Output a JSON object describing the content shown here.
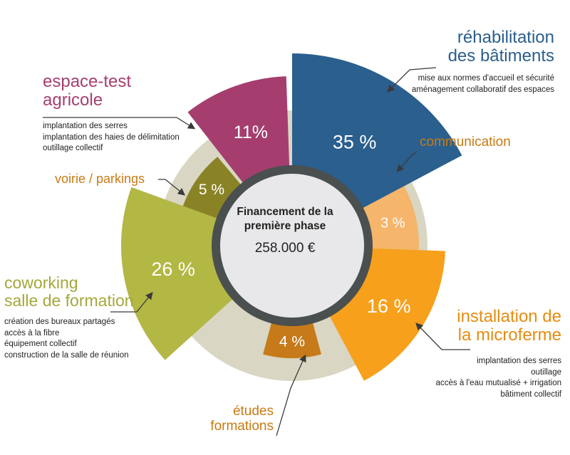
{
  "chart_data": {
    "type": "pie",
    "center": {
      "title": "Financement de la première phase",
      "total": "258.000 €"
    },
    "segments": [
      {
        "key": "rehab",
        "label": "réhabilitation des bâtiments",
        "value": 35,
        "value_label": "35 %",
        "color": "#2a5f8e",
        "details": [
          "mise aux normes d'accueil et sécurité",
          "aménagement collaboratif des espaces"
        ]
      },
      {
        "key": "comm",
        "label": "communication",
        "value": 3,
        "value_label": "3 %",
        "color": "#f5b56a",
        "details": []
      },
      {
        "key": "micro",
        "label": "installation de la microferme",
        "value": 16,
        "value_label": "16 %",
        "color": "#f7a01c",
        "details": [
          "implantation des serres",
          "outillage",
          "accès à l'eau mutualisé + irrigation",
          "bâtiment collectif"
        ]
      },
      {
        "key": "etudes",
        "label": "études formations",
        "value": 4,
        "value_label": "4 %",
        "color": "#c67a1a",
        "details": []
      },
      {
        "key": "cowork",
        "label": "coworking salle de formation",
        "value": 26,
        "value_label": "26 %",
        "color": "#b3b744",
        "details": [
          "création des bureaux partagés",
          "accès à la fibre",
          "équipement collectif",
          "construction de la salle de réunion"
        ]
      },
      {
        "key": "voirie",
        "label": "voirie / parkings",
        "value": 5,
        "value_label": "5 %",
        "color": "#8a8326",
        "details": []
      },
      {
        "key": "espace",
        "label": "espace-test agricole",
        "value": 11,
        "value_label": "11%",
        "color": "#a53e6e",
        "details": [
          "implantation des serres",
          "implantation des haies de délimitation",
          "outillage collectif"
        ]
      }
    ],
    "colors": {
      "background_ring": "#d9d6c3",
      "inner_ring": "#4a4f4f",
      "center": "#e8e8ea"
    }
  },
  "labels": {
    "rehab": {
      "line1": "réhabilitation",
      "line2": "des bâtiments"
    },
    "comm": {
      "line1": "communication"
    },
    "micro": {
      "line1": "installation de",
      "line2": "la microferme"
    },
    "etudes": {
      "line1": "études",
      "line2": "formations"
    },
    "cowork": {
      "line1": "coworking",
      "line2": "salle de formation"
    },
    "voirie": {
      "line1": "voirie / parkings"
    },
    "espace": {
      "line1": "espace-test",
      "line2": "agricole"
    }
  },
  "label_colors": {
    "rehab": "#2a5f8e",
    "comm": "#c97a12",
    "micro": "#e58d12",
    "etudes": "#c97a12",
    "cowork": "#a4a83a",
    "voirie": "#c97a12",
    "espace": "#a53e6e"
  }
}
